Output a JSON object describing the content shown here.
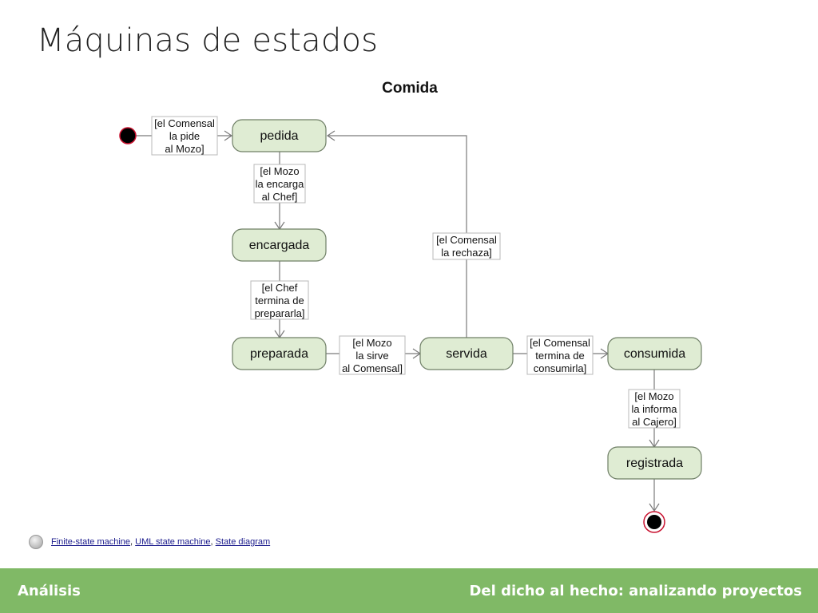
{
  "slide": {
    "title": "Máquinas de estados"
  },
  "diagram": {
    "title": "Comida",
    "states": {
      "pedida": "pedida",
      "encargada": "encargada",
      "preparada": "preparada",
      "servida": "servida",
      "consumida": "consumida",
      "registrada": "registrada"
    },
    "guards": {
      "initial_to_pedida": [
        "[el Comensal",
        "la pide",
        "al Mozo]"
      ],
      "pedida_to_encargada": [
        "[el Mozo",
        "la encarga",
        "al Chef]"
      ],
      "encargada_to_preparada": [
        "[el Chef",
        "termina de",
        "prepararla]"
      ],
      "preparada_to_servida": [
        "[el Mozo",
        "la sirve",
        "al Comensal]"
      ],
      "servida_to_consumida": [
        "[el Comensal",
        "termina de",
        "consumirla]"
      ],
      "consumida_to_registrada": [
        "[el Mozo",
        "la informa",
        "al Cajero]"
      ],
      "servida_to_pedida": [
        "[el Comensal",
        "la rechaza]"
      ]
    }
  },
  "links": {
    "items": [
      "Finite-state machine",
      "UML state machine",
      "State diagram"
    ],
    "separator": ","
  },
  "footer": {
    "left": "Análisis",
    "right": "Del dicho al hecho: analizando proyectos"
  },
  "colors": {
    "footer_bg": "#80b966",
    "state_fill": "#dfecd3"
  }
}
